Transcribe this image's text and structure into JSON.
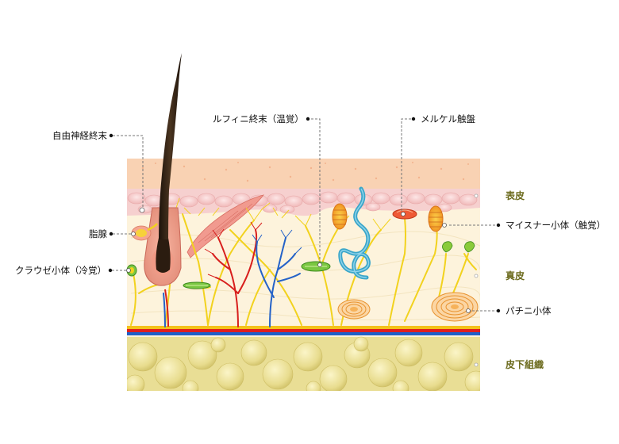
{
  "labels": {
    "free_nerve_endings": "自由神経終末",
    "sebaceous_gland": "脂腺",
    "krause_end_bulb": "クラウゼ小体（冷覚）",
    "ruffini_ending": "ルフィニ終末（温覚）",
    "merkel_disc": "メルケル触盤",
    "meissner_corpuscle": "マイスナー小体（触覚）",
    "pacinian_corpuscle": "パチニ小体"
  },
  "layers": {
    "epidermis": "表皮",
    "dermis": "真皮",
    "subcutaneous": "皮下組織"
  },
  "colors": {
    "layer_label": "#6b6a1c",
    "stratum_corneum": "#f7c9a4",
    "epidermis_cells": "#f5c9c9",
    "dermis": "#fdf3dc",
    "nerve": "#f2d21e",
    "artery": "#e0201e",
    "vein": "#2060c8",
    "fat": "#e3d98a",
    "hair": "#2a1d12"
  }
}
